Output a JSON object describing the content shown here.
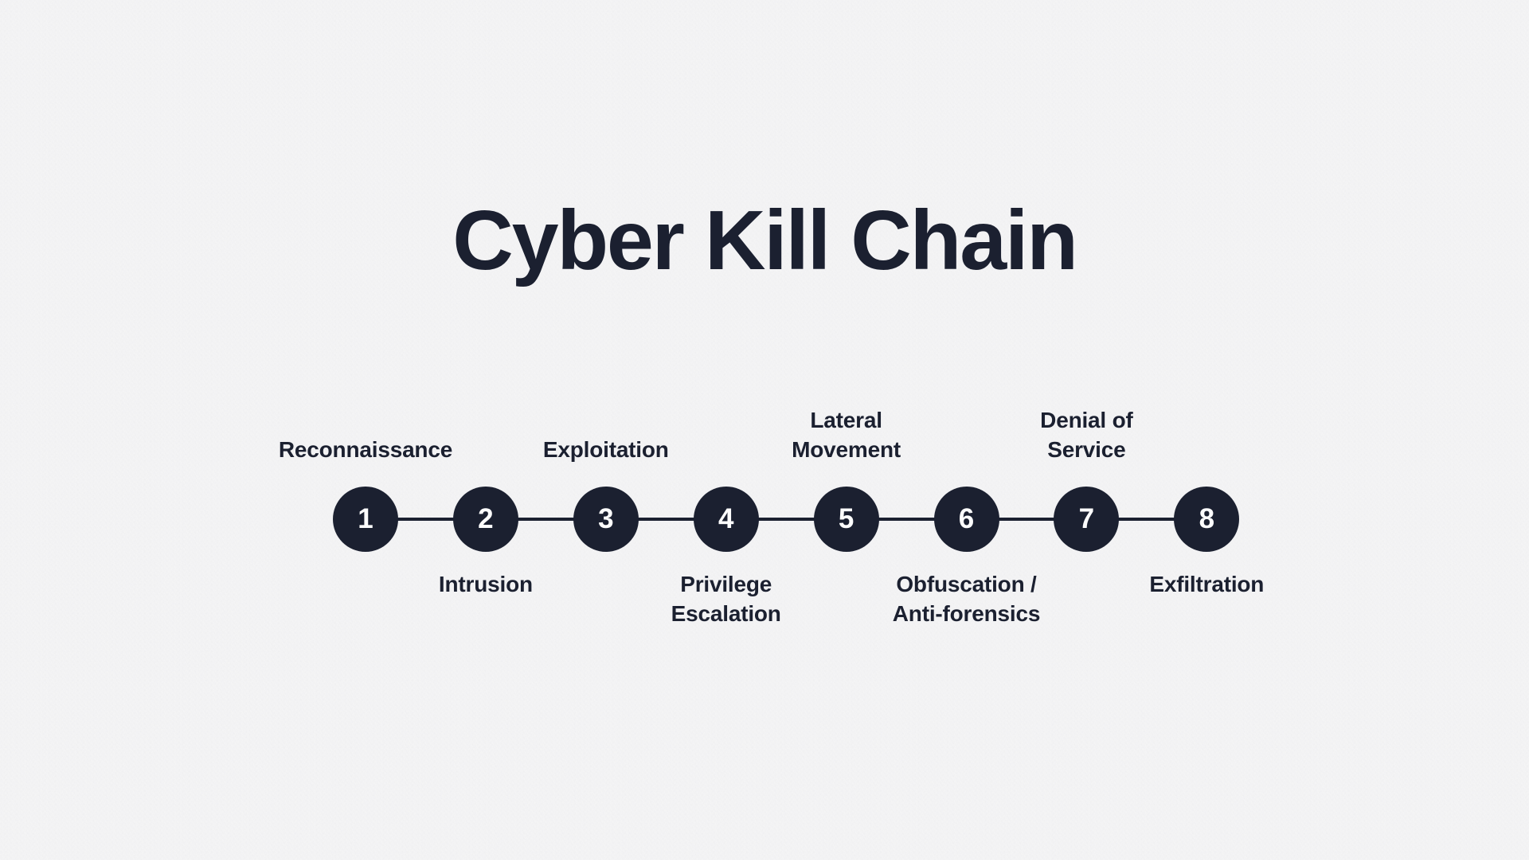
{
  "slide": {
    "title": "Cyber Kill Chain",
    "background_color": "#eeeef0",
    "ink_color": "#1b2030",
    "node_text_color": "#fdfdfd"
  },
  "chart_data": {
    "type": "diagram",
    "subtype": "horizontal-numbered-timeline",
    "title": "Cyber Kill Chain",
    "node_count": 8,
    "orientation": "horizontal",
    "label_placement": "alternating",
    "stages": [
      {
        "number": "1",
        "label": "Reconnaissance",
        "lines": [
          "Reconnaissance"
        ],
        "position": "above"
      },
      {
        "number": "2",
        "label": "Intrusion",
        "lines": [
          "Intrusion"
        ],
        "position": "below"
      },
      {
        "number": "3",
        "label": "Exploitation",
        "lines": [
          "Exploitation"
        ],
        "position": "above"
      },
      {
        "number": "4",
        "label": "Privilege Escalation",
        "lines": [
          "Privilege",
          "Escalation"
        ],
        "position": "below"
      },
      {
        "number": "5",
        "label": "Lateral Movement",
        "lines": [
          "Lateral",
          "Movement"
        ],
        "position": "above"
      },
      {
        "number": "6",
        "label": "Obfuscation / Anti-forensics",
        "lines": [
          "Obfuscation /",
          "Anti-forensics"
        ],
        "position": "below"
      },
      {
        "number": "7",
        "label": "Denial of Service",
        "lines": [
          "Denial of",
          "Service"
        ],
        "position": "above"
      },
      {
        "number": "8",
        "label": "Exfiltration",
        "lines": [
          "Exfiltration"
        ],
        "position": "below"
      }
    ]
  }
}
